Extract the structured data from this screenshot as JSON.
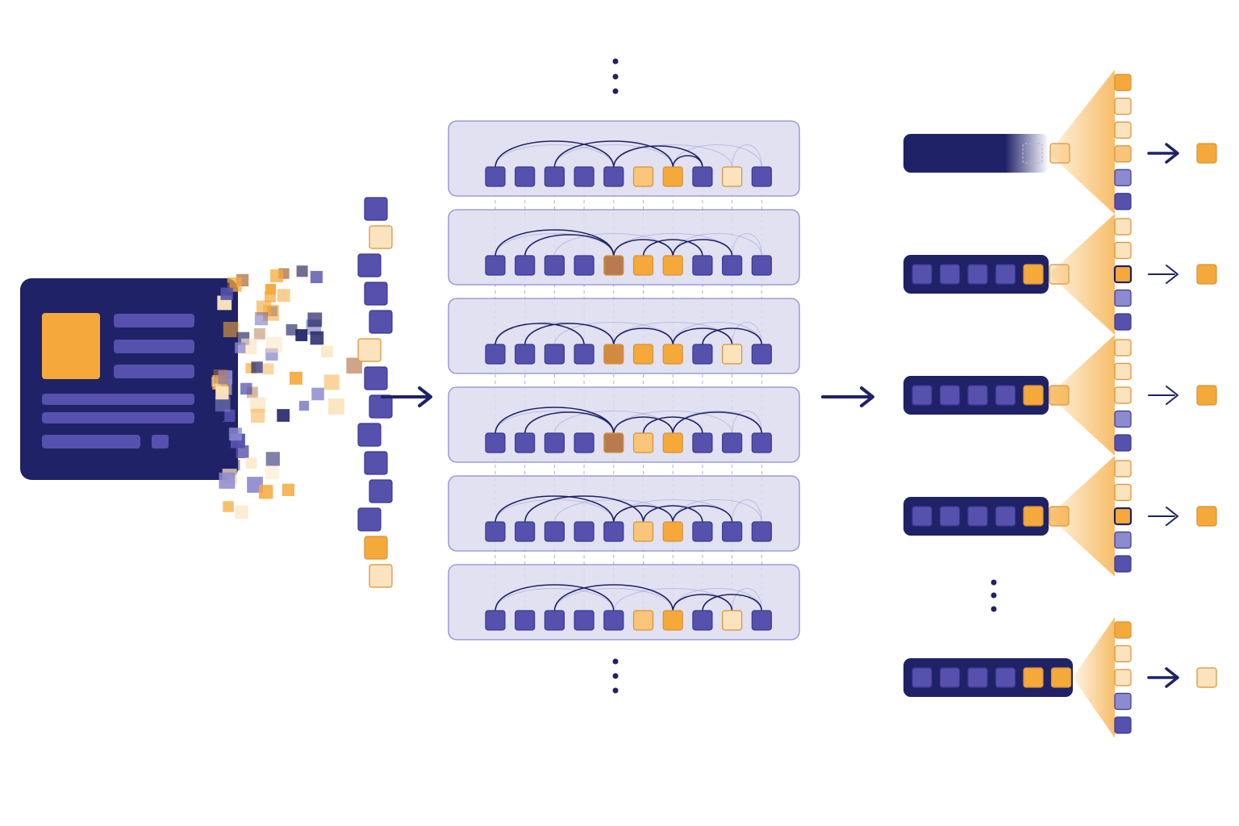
{
  "colors": {
    "navy": "#1f2266",
    "indigo": "#5551ad",
    "indigo_light": "#8d8acf",
    "panel_fill": "#dcdcf0",
    "panel_stroke": "#8e8cd2",
    "orange": "#f5a93a",
    "orange_dark": "#d28a40",
    "brown": "#b87a4e",
    "cream": "#fbe3bd",
    "background": "#ffffff"
  },
  "document": {
    "icon": "document-page-icon",
    "image_placeholder": "image-block-icon"
  },
  "token_stream": {
    "tokens": [
      "indigo",
      "cream",
      "indigo",
      "indigo",
      "indigo",
      "cream",
      "indigo",
      "indigo",
      "indigo",
      "indigo",
      "indigo",
      "indigo",
      "orange",
      "cream"
    ]
  },
  "transformer": {
    "layers": [
      {
        "tokens": [
          "indigo",
          "indigo",
          "indigo",
          "indigo",
          "indigo",
          "cream_orange",
          "orange",
          "indigo",
          "cream",
          "indigo"
        ],
        "arcs": [
          [
            0,
            4
          ],
          [
            2,
            6
          ],
          [
            4,
            7
          ],
          [
            6,
            7
          ]
        ]
      },
      {
        "tokens": [
          "indigo",
          "indigo",
          "indigo",
          "indigo",
          "brown",
          "orange",
          "orange",
          "indigo",
          "indigo",
          "indigo"
        ],
        "arcs": [
          [
            0,
            4
          ],
          [
            1,
            4
          ],
          [
            4,
            6
          ],
          [
            5,
            7
          ],
          [
            6,
            8
          ]
        ]
      },
      {
        "tokens": [
          "indigo",
          "indigo",
          "indigo",
          "indigo",
          "orange_dark",
          "orange",
          "orange",
          "indigo",
          "cream",
          "indigo"
        ],
        "arcs": [
          [
            0,
            3
          ],
          [
            1,
            4
          ],
          [
            4,
            6
          ],
          [
            6,
            8
          ],
          [
            7,
            9
          ]
        ]
      },
      {
        "tokens": [
          "indigo",
          "indigo",
          "indigo",
          "indigo",
          "brown",
          "cream_orange",
          "orange",
          "indigo",
          "indigo",
          "indigo"
        ],
        "arcs": [
          [
            0,
            4
          ],
          [
            1,
            4
          ],
          [
            4,
            6
          ],
          [
            5,
            7
          ],
          [
            6,
            9
          ]
        ]
      },
      {
        "tokens": [
          "indigo",
          "indigo",
          "indigo",
          "indigo",
          "indigo",
          "cream_orange",
          "orange",
          "indigo",
          "indigo",
          "indigo"
        ],
        "arcs": [
          [
            0,
            4
          ],
          [
            1,
            5
          ],
          [
            4,
            6
          ],
          [
            5,
            7
          ],
          [
            6,
            8
          ]
        ]
      },
      {
        "tokens": [
          "indigo",
          "indigo",
          "indigo",
          "indigo",
          "indigo",
          "cream_orange",
          "orange",
          "indigo",
          "cream",
          "indigo"
        ],
        "arcs": [
          [
            0,
            4
          ],
          [
            2,
            6
          ],
          [
            6,
            8
          ],
          [
            7,
            9
          ]
        ]
      }
    ]
  },
  "decoding_steps": [
    {
      "filled": 0,
      "generated": [
        "empty",
        "cream"
      ],
      "candidates": [
        "orange",
        "cream",
        "cream",
        "cream_orange",
        "indigo_light",
        "indigo"
      ],
      "selected_index": -1,
      "output": "orange"
    },
    {
      "filled": 5,
      "generated": [
        "cream"
      ],
      "candidates": [
        "cream",
        "cream",
        "orange",
        "indigo_light",
        "indigo"
      ],
      "selected_index": 2,
      "output": "orange"
    },
    {
      "filled": 5,
      "generated": [
        "cream_orange"
      ],
      "candidates": [
        "cream",
        "cream",
        "cream",
        "indigo_light",
        "indigo"
      ],
      "selected_index": -1,
      "output": "orange"
    },
    {
      "filled": 5,
      "generated": [
        "cream_orange"
      ],
      "candidates": [
        "cream",
        "cream",
        "orange",
        "indigo_light",
        "indigo"
      ],
      "selected_index": 2,
      "output": "orange"
    },
    {
      "filled": 6,
      "generated": [],
      "candidates": [
        "orange",
        "cream",
        "cream",
        "indigo_light",
        "indigo"
      ],
      "selected_index": -1,
      "output": "cream"
    }
  ],
  "icons": {
    "arrow": "arrow-right-icon",
    "ellipsis": "vertical-ellipsis-icon"
  }
}
